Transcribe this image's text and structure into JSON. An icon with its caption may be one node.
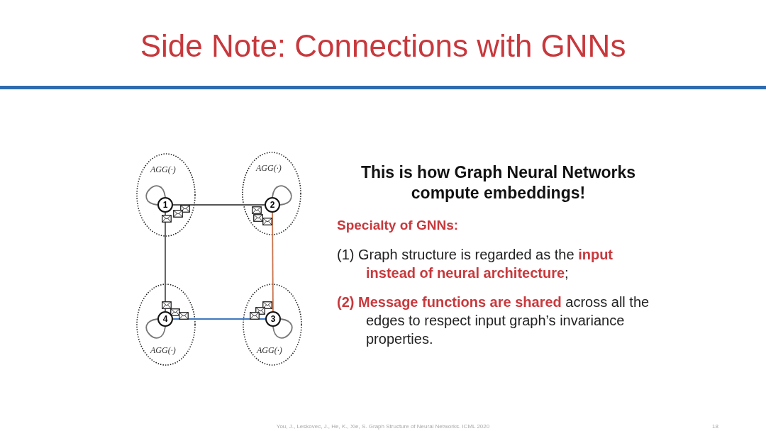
{
  "diagram": {
    "title": "Side Note: Connections with GNNs",
    "nodes": [
      {
        "text": [
          "AGG(·)"
        ]
      },
      {
        "text": [
          "1"
        ],
        "in": 0
      },
      {
        "text": [
          "AGG(·)"
        ]
      },
      {
        "text": [
          "2"
        ],
        "in": 2
      },
      {
        "text": [
          "AGG(·)"
        ]
      },
      {
        "text": [
          "4"
        ],
        "in": 4
      },
      {
        "text": [
          "AGG(·)"
        ]
      },
      {
        "text": [
          "3"
        ],
        "in": 6
      }
    ],
    "edges": [
      {
        "from": 1,
        "to": 3,
        "arrow": "none"
      },
      {
        "from": 3,
        "to": 7,
        "arrow": "none",
        "color": "#c8744e"
      },
      {
        "from": 7,
        "to": 5,
        "arrow": "none",
        "color": "#3f78c0"
      },
      {
        "from": 5,
        "to": 1,
        "arrow": "none"
      },
      {
        "from": 1,
        "to": 1,
        "arrow": "none"
      },
      {
        "from": 3,
        "to": 3,
        "arrow": "none"
      },
      {
        "from": 7,
        "to": 7,
        "arrow": "none"
      },
      {
        "from": 5,
        "to": 5,
        "arrow": "none"
      }
    ],
    "labels": [
      "This is how Graph Neural Networks compute embeddings!",
      "Specialty of GNNs:",
      "(1) Graph structure is regarded as the **input instead of neural architecture**;",
      "**(2) Message functions are shared** across all the edges to respect input graph’s invariance properties.",
      "You, J., Leskovec, J., He, K., Xie, S. Graph Structure of Neural Networks. ICML 2020",
      "18"
    ]
  }
}
